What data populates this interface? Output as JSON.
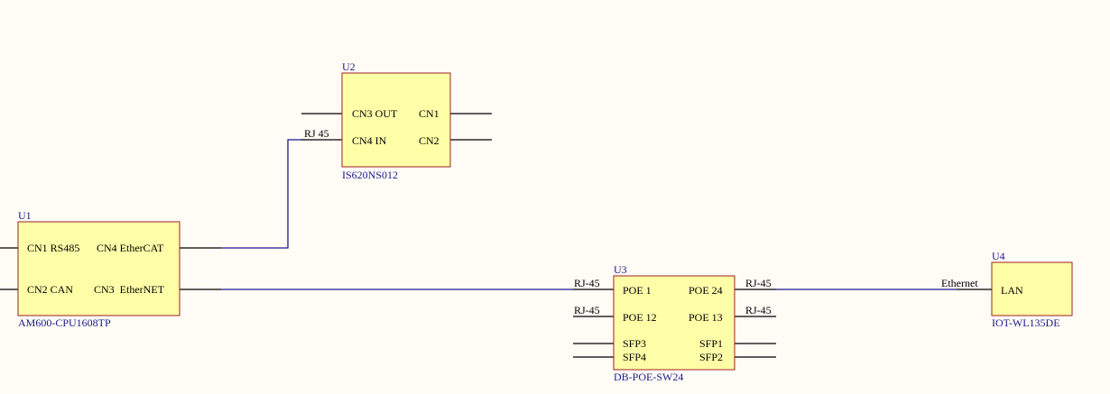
{
  "components": {
    "u1": {
      "designator": "U1",
      "part": "AM600-CPU1608TP",
      "pins": [
        "CN1 RS485",
        "CN4 EtherCAT",
        "CN2 CAN",
        "CN3  EtherNET"
      ]
    },
    "u2": {
      "designator": "U2",
      "part": "IS620NS012",
      "pins": [
        "CN3 OUT",
        "CN1",
        "CN4 IN",
        "CN2"
      ]
    },
    "u3": {
      "designator": "U3",
      "part": "DB-POE-SW24",
      "pins": [
        "POE 1",
        "POE 24",
        "POE 12",
        "POE 13",
        "SFP3",
        "SFP1",
        "SFP4",
        "SFP2"
      ]
    },
    "u4": {
      "designator": "U4",
      "part": "IOT-WL135DE",
      "pins": [
        "LAN"
      ]
    }
  },
  "net_labels": {
    "u2_in": "RJ 45",
    "u3_l1": "RJ-45",
    "u3_l2": "RJ-45",
    "u3_r1": "RJ-45",
    "u3_r2": "RJ-45",
    "u4_in": "Ethernet"
  },
  "colors": {
    "body_fill": "#ffffa8",
    "body_border": "#9e2020",
    "wire": "#1a1a8c",
    "designator": "#1a1a8c"
  }
}
